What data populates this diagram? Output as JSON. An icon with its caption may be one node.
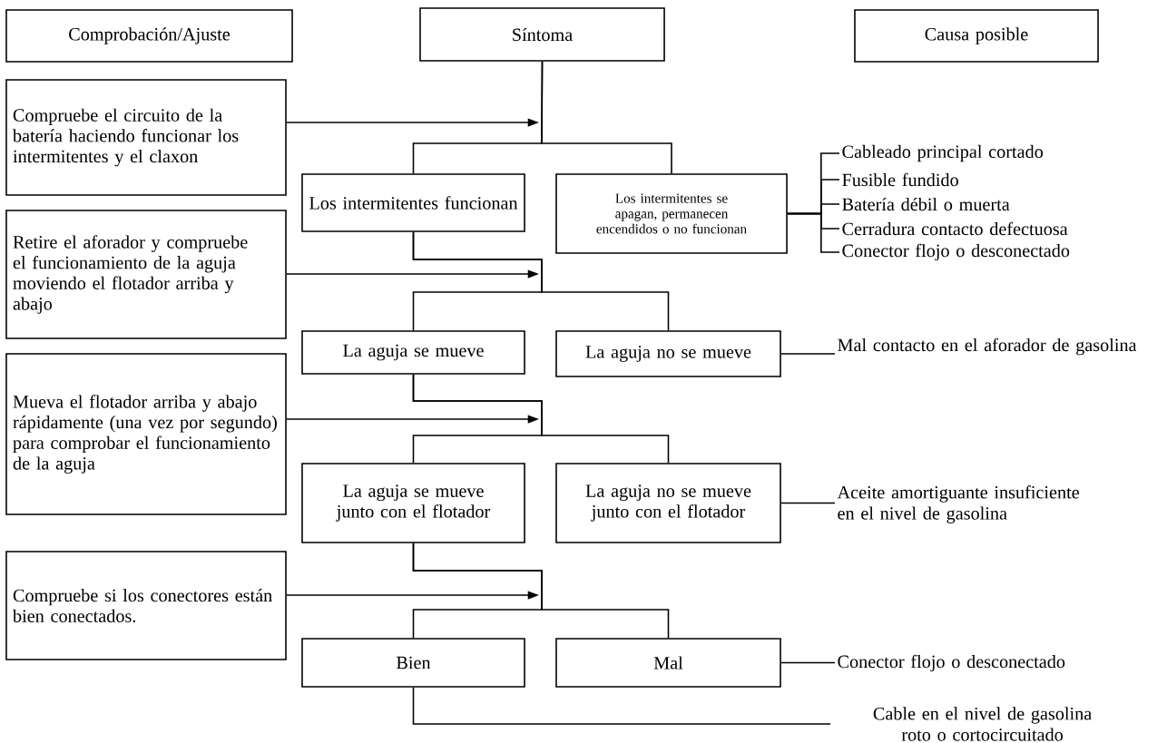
{
  "diagram": {
    "nodes": [
      {
        "text": [
          "Comprobación/Ajuste"
        ]
      },
      {
        "text": [
          "Síntoma"
        ]
      },
      {
        "text": [
          "Causa posible"
        ]
      },
      {
        "text": [
          "Compruebe el circuito de la batería haciendo funcionar los intermitentes y el claxon"
        ]
      },
      {
        "text": [
          "Los intermitentes funcionan"
        ]
      },
      {
        "text": [
          "Los intermitentes se apagan, permanecen encendidos o no funcionan"
        ]
      },
      {
        "text": [
          "Cableado principal cortado"
        ]
      },
      {
        "text": [
          "Fusible fundido"
        ]
      },
      {
        "text": [
          "Batería débil o muerta"
        ]
      },
      {
        "text": [
          "Cerradura contacto defectuosa"
        ]
      },
      {
        "text": [
          "Conector flojo o desconectado"
        ]
      },
      {
        "text": [
          "Retire el aforador y compruebe el funcionamiento de la aguja moviendo el flotador arriba y abajo"
        ]
      },
      {
        "text": [
          "La aguja se mueve"
        ]
      },
      {
        "text": [
          "La aguja no se mueve"
        ]
      },
      {
        "text": [
          "Mal contacto en el aforador de gasolina"
        ]
      },
      {
        "text": [
          "Mueva el flotador arriba y abajo rápidamente (una vez por segundo) para comprobar el funcionamiento de la aguja"
        ]
      },
      {
        "text": [
          "La aguja se mueve junto con el flotador"
        ]
      },
      {
        "text": [
          "La aguja no se mueve junto con el flotador"
        ]
      },
      {
        "text": [
          "Aceite amortiguante insuficiente en el nivel de gasolina"
        ]
      },
      {
        "text": [
          "Compruebe si los conectores están bien conectados."
        ]
      },
      {
        "text": [
          "Bien"
        ]
      },
      {
        "text": [
          "Mal"
        ]
      },
      {
        "text": [
          "Conector flojo o desconectado"
        ]
      },
      {
        "text": [
          "Cable en el nivel de gasolina roto o cortocircuitado"
        ]
      }
    ],
    "edges": [
      {
        "from": 3,
        "to": null,
        "arrow": "to"
      },
      {
        "from": 1,
        "to": 4,
        "arrow": "none"
      },
      {
        "from": 1,
        "to": 5,
        "arrow": "none"
      },
      {
        "from": 5,
        "to": 6,
        "arrow": "none"
      },
      {
        "from": 5,
        "to": 7,
        "arrow": "none"
      },
      {
        "from": 5,
        "to": 8,
        "arrow": "none"
      },
      {
        "from": 5,
        "to": 9,
        "arrow": "none"
      },
      {
        "from": 5,
        "to": 10,
        "arrow": "none"
      },
      {
        "from": 11,
        "to": null,
        "arrow": "to"
      },
      {
        "from": 4,
        "to": 12,
        "arrow": "none"
      },
      {
        "from": 4,
        "to": 13,
        "arrow": "none"
      },
      {
        "from": 13,
        "to": 14,
        "arrow": "none"
      },
      {
        "from": 15,
        "to": null,
        "arrow": "to"
      },
      {
        "from": 12,
        "to": 16,
        "arrow": "none"
      },
      {
        "from": 12,
        "to": 17,
        "arrow": "none"
      },
      {
        "from": 17,
        "to": 18,
        "arrow": "none"
      },
      {
        "from": 19,
        "to": null,
        "arrow": "to"
      },
      {
        "from": 16,
        "to": 20,
        "arrow": "none"
      },
      {
        "from": 16,
        "to": 21,
        "arrow": "none"
      },
      {
        "from": 21,
        "to": 22,
        "arrow": "none"
      },
      {
        "from": 20,
        "to": 23,
        "arrow": "none"
      }
    ]
  }
}
